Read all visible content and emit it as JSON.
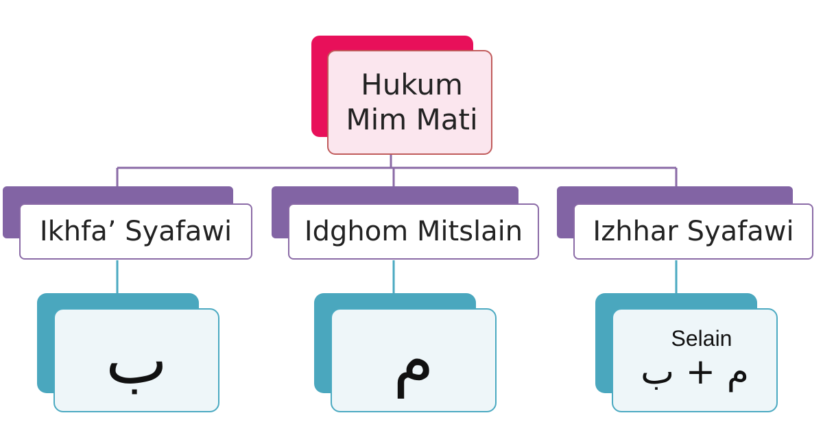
{
  "colors": {
    "root_back": "#e8105a",
    "root_front_fill": "#fbe6ee",
    "root_border": "#c05a5a",
    "category_back": "#8264a4",
    "category_front_fill": "#ffffff",
    "category_border": "#8a6aa6",
    "letter_back": "#4aa7be",
    "letter_front_fill": "#eef6f9",
    "letter_border": "#4aa9c1",
    "line_purple": "#8a6aa6",
    "line_teal": "#4aa9c1"
  },
  "root": {
    "line1": "Hukum",
    "line2": "Mim Mati"
  },
  "categories": [
    {
      "label": "Ikhfa’ Syafawi"
    },
    {
      "label": "Idghom Mitslain"
    },
    {
      "label": "Izhhar Syafawi"
    }
  ],
  "letters": [
    {
      "glyph": "ب"
    },
    {
      "glyph": "م"
    },
    {
      "prefix": "Selain",
      "glyph": "م + ب"
    }
  ]
}
